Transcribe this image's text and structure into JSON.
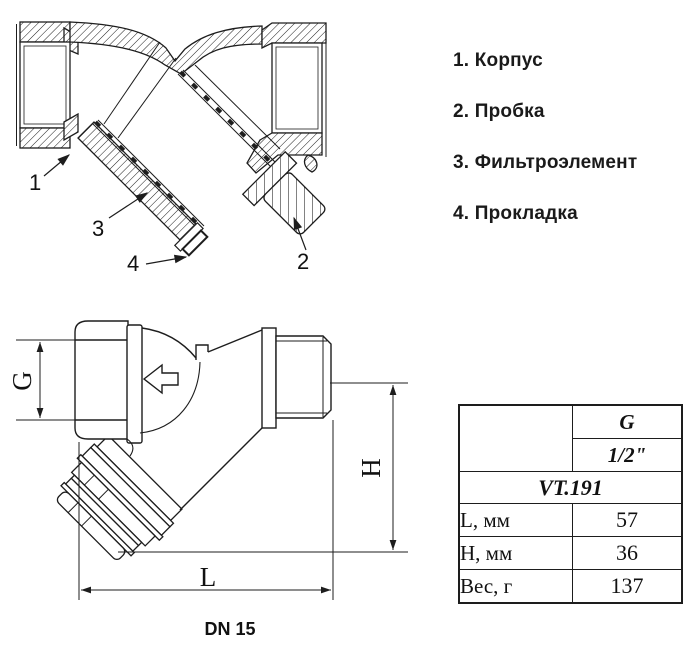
{
  "legend": {
    "items": [
      "1. Корпус",
      "2. Пробка",
      "3. Фильтроэлемент",
      "4. Прокладка"
    ]
  },
  "cross_section": {
    "callout_1": "1",
    "callout_2": "2",
    "callout_3": "3",
    "callout_4": "4"
  },
  "dimensional_drawing": {
    "dim_g": "G",
    "dim_h": "H",
    "dim_l": "L",
    "caption": "DN 15"
  },
  "spec_table": {
    "size_header": "G",
    "size_value": "1/2\"",
    "model": "VT.191",
    "rows": [
      {
        "label": "L, мм",
        "value": "57"
      },
      {
        "label": "H, мм",
        "value": "36"
      },
      {
        "label": "Вес, г",
        "value": "137"
      }
    ]
  },
  "colors": {
    "line": "#1d1d1d",
    "text": "#111111"
  }
}
